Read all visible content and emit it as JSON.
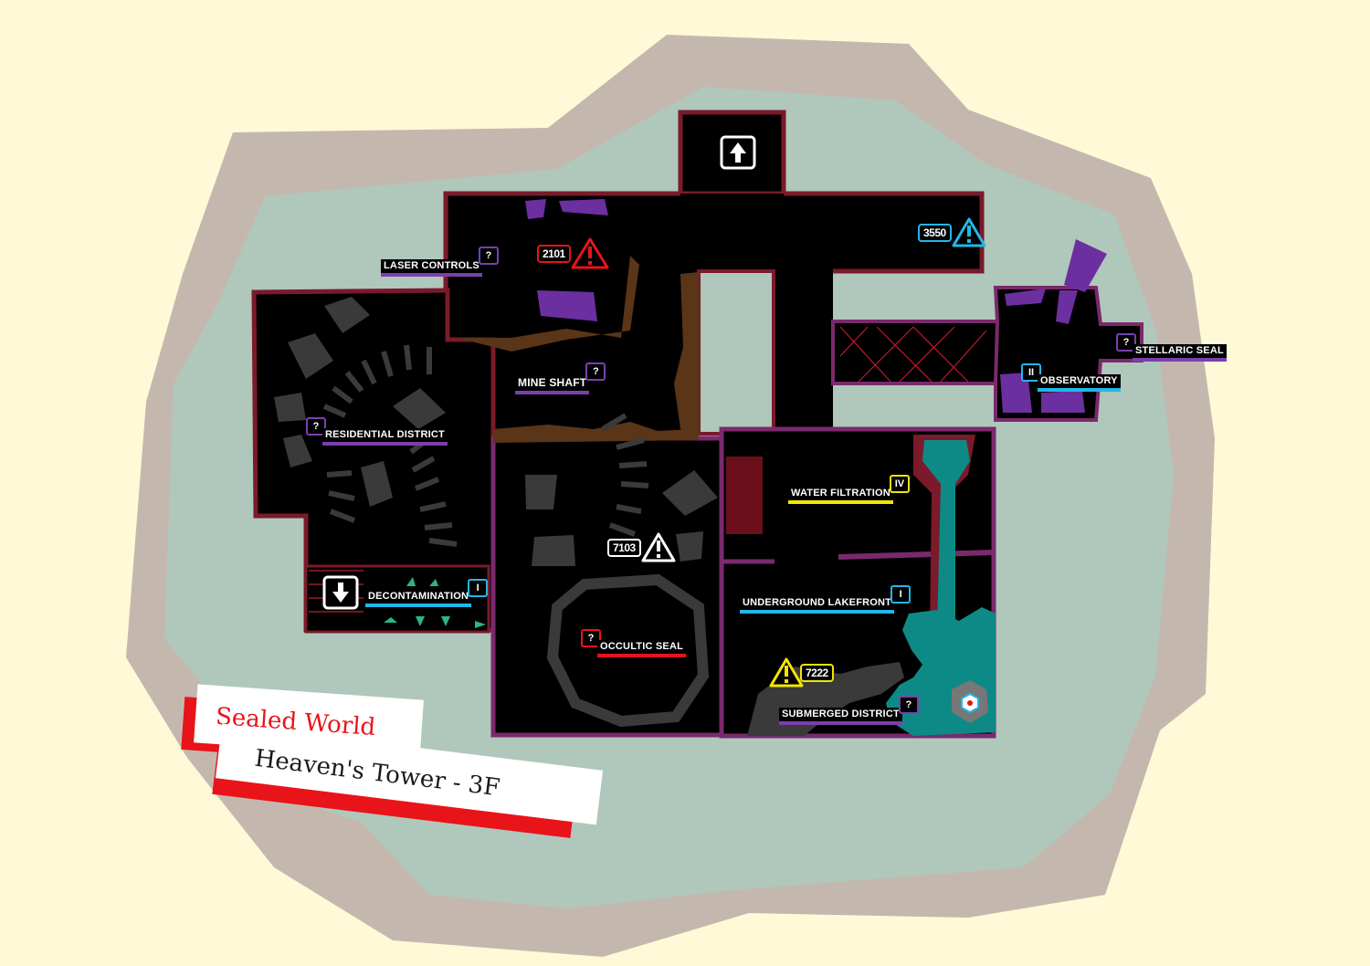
{
  "map": {
    "region": "Sealed World",
    "floor": "Heaven's Tower - 3F"
  },
  "colors": {
    "background": "#fef9d6",
    "outer_land": "#c4b8ae",
    "inner_land": "#b0c7bc",
    "room": "#000000",
    "wall": "#7a1a2a",
    "wall_purple": "#7b2a5c",
    "purple": "#6b2fa0",
    "teal": "#0e8a86",
    "accent_red": "#e8141a",
    "cyan": "#22b8e8",
    "yellow": "#f2e600"
  },
  "locations": [
    {
      "id": "laser-controls",
      "name": "Laser Controls",
      "marker": "?",
      "color": "#7a3fb0"
    },
    {
      "id": "mine-shaft",
      "name": "Mine Shaft",
      "marker": "?",
      "color": "#7a3fb0"
    },
    {
      "id": "residential-district",
      "name": "Residential District",
      "marker": "?",
      "color": "#7a3fb0"
    },
    {
      "id": "decontamination",
      "name": "Decontamination",
      "marker": "I",
      "color": "#22b8e8"
    },
    {
      "id": "occultic-seal",
      "name": "Occultic Seal",
      "marker": "?",
      "color": "#e8141a"
    },
    {
      "id": "water-filtration",
      "name": "Water Filtration",
      "marker": "IV",
      "color": "#f2e600"
    },
    {
      "id": "underground-lakefront",
      "name": "Underground Lakefront",
      "marker": "I",
      "color": "#22b8e8"
    },
    {
      "id": "submerged-district",
      "name": "Submerged District",
      "marker": "?",
      "color": "#7a3fb0"
    },
    {
      "id": "observatory",
      "name": "Observatory",
      "marker": "II",
      "color": "#22b8e8"
    },
    {
      "id": "stellaric-seal",
      "name": "Stellaric Seal",
      "marker": "?",
      "color": "#7a3fb0"
    }
  ],
  "warnings": [
    {
      "id": "warning-2101",
      "code": "2101",
      "color": "#e8141a"
    },
    {
      "id": "warning-3550",
      "code": "3550",
      "color": "#22b8e8"
    },
    {
      "id": "warning-7103",
      "code": "7103",
      "color": "#ffffff"
    },
    {
      "id": "warning-7222",
      "code": "7222",
      "color": "#f2e600"
    }
  ],
  "icons": {
    "stairs_up": "arrow-up-icon",
    "stairs_down": "arrow-down-icon",
    "warning": "exclamation-triangle-icon",
    "save_point": "hexagon-save-icon"
  }
}
